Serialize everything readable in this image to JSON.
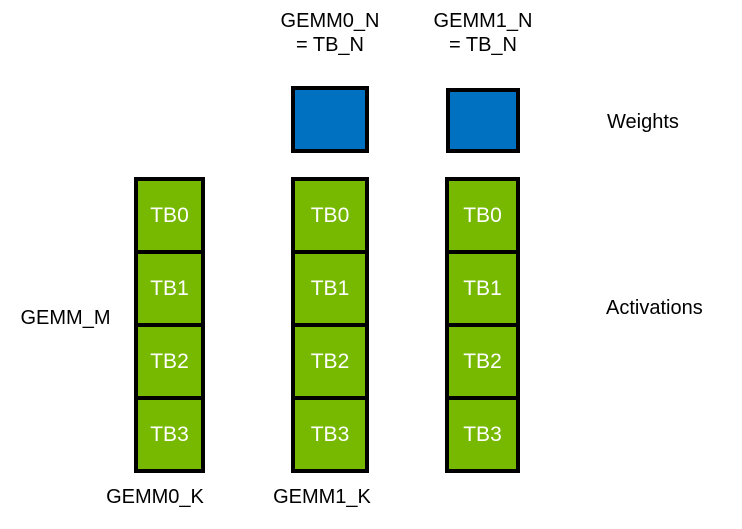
{
  "labels": {
    "top": [
      {
        "line1": "GEMM0_N",
        "line2": "= TB_N"
      },
      {
        "line1": "GEMM1_N",
        "line2": "= TB_N"
      }
    ],
    "left": "GEMM_M",
    "right_weights": "Weights",
    "right_activations": "Activations",
    "bottom": [
      "GEMM0_K",
      "GEMM1_K"
    ]
  },
  "columns": [
    {
      "cells": [
        "TB0",
        "TB1",
        "TB2",
        "TB3"
      ]
    },
    {
      "cells": [
        "TB0",
        "TB1",
        "TB2",
        "TB3"
      ]
    },
    {
      "cells": [
        "TB0",
        "TB1",
        "TB2",
        "TB3"
      ]
    }
  ],
  "colors": {
    "weights_fill": "#0070C0",
    "activations_fill": "#76B900",
    "border": "#000000",
    "cell_text": "#FFFFFF",
    "label_text": "#000000",
    "background": "#FFFFFF"
  }
}
